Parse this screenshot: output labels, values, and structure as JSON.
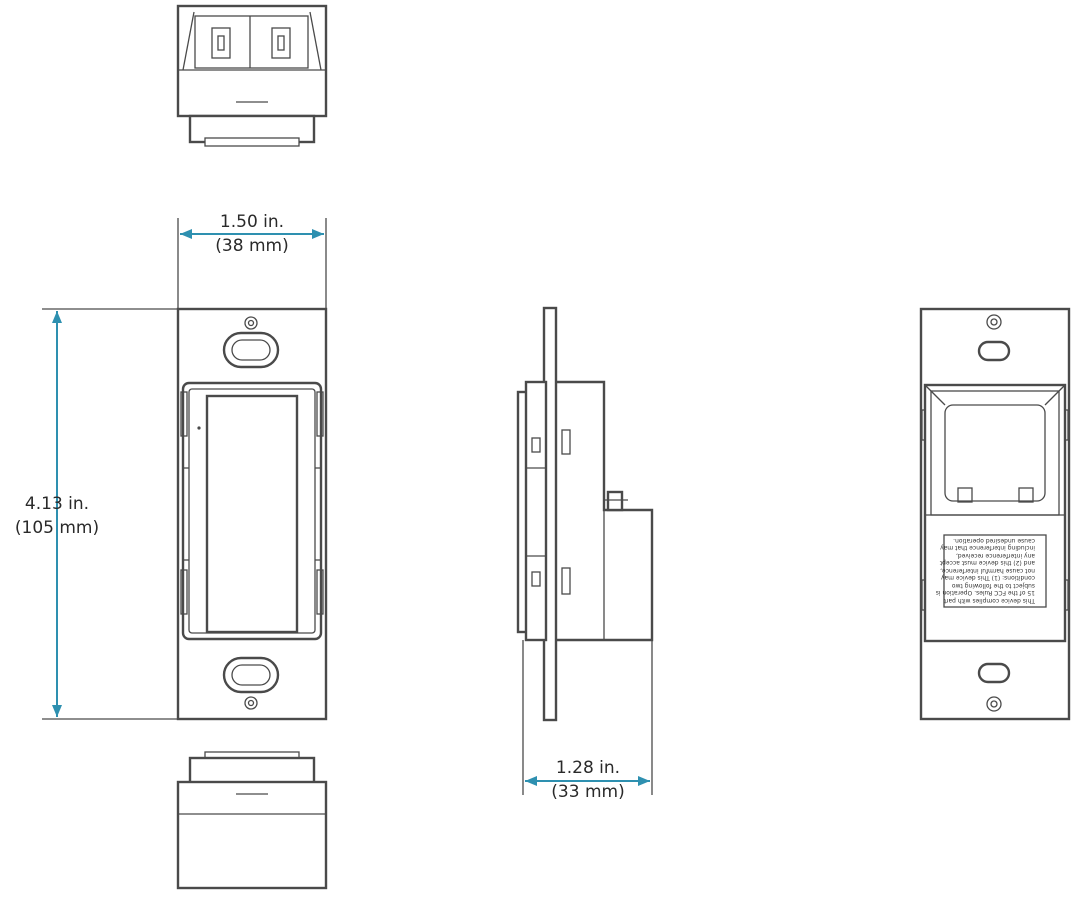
{
  "dimensions": {
    "width": {
      "inches": "1.50 in.",
      "metric": "(38 mm)"
    },
    "height": {
      "inches": "4.13 in.",
      "metric": "(105 mm)"
    },
    "depth": {
      "inches": "1.28 in.",
      "metric": "(33 mm)"
    }
  },
  "colors": {
    "dimension_line": "#2e90b0",
    "outline": "#4a4a4a"
  },
  "back_label_text": "This device complies with part 15 of the FCC Rules. Operation is subject to the following two conditions: (1) This device may not cause harmful interference, and (2) this device must accept any interference received, including interference that may cause undesired operation."
}
